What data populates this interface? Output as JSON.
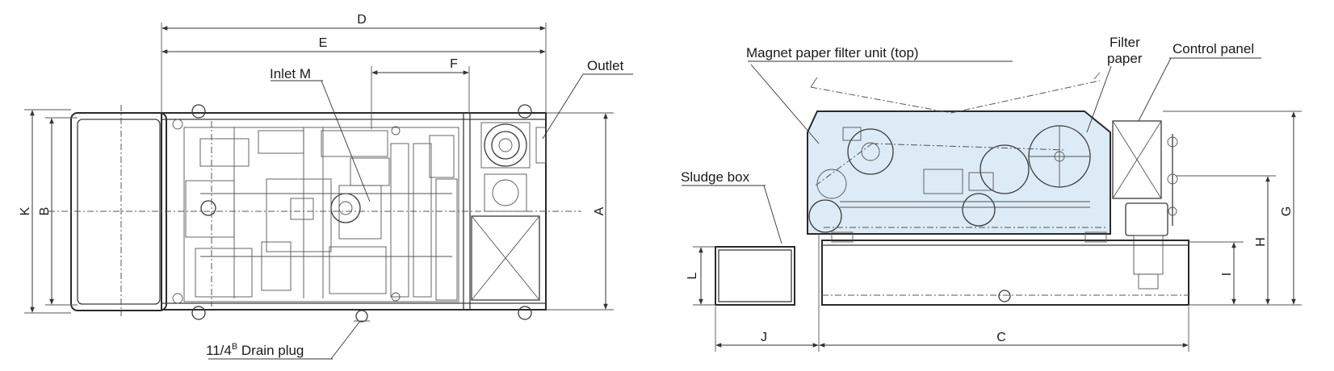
{
  "colors": {
    "line": "#3a3a3a",
    "unit_fill": "#dcebf5",
    "background": "#ffffff"
  },
  "plan_view": {
    "labels": {
      "inlet": "Inlet M",
      "outlet": "Outlet",
      "drain_plug_prefix": "11/4",
      "drain_plug_super": "B",
      "drain_plug_suffix": " Drain plug"
    },
    "dims": {
      "D": "D",
      "E": "E",
      "F": "F",
      "A": "A",
      "B": "B",
      "K": "K"
    }
  },
  "side_view": {
    "labels": {
      "unit": "Magnet paper filter unit (top)",
      "filter_paper_line1": "Filter",
      "filter_paper_line2": "paper",
      "control_panel": "Control panel",
      "sludge_box": "Sludge box"
    },
    "dims": {
      "G": "G",
      "H": "H",
      "I": "I",
      "L": "L",
      "J": "J",
      "C": "C"
    }
  }
}
